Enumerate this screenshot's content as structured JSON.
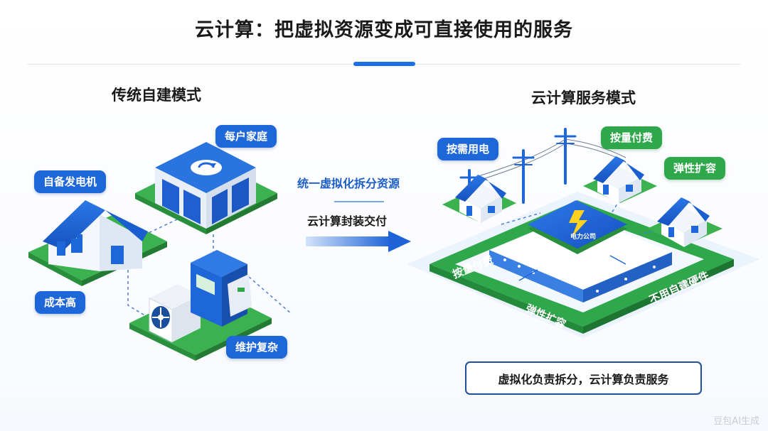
{
  "title": "云计算：把虚拟资源变成可直接使用的服务",
  "left": {
    "heading": "传统自建模式",
    "labels": {
      "self_generator": "自备发电机",
      "every_household": "每户家庭",
      "high_cost": "成本高",
      "complex_maintenance": "维护复杂"
    }
  },
  "middle": {
    "line1": "统一虚拟化拆分资源",
    "line2": "云计算封装交付"
  },
  "right": {
    "heading": "云计算服务模式",
    "labels": {
      "on_demand_power": "按需用电",
      "pay_per_use": "按量付费",
      "elastic_scaling": "弹性扩容"
    },
    "platform_label": "电力公司",
    "band_labels": {
      "pay_per_use": "按量付费",
      "elastic_scaling": "弹性扩容",
      "no_own_hardware": "不用自建硬件"
    }
  },
  "summary": "虚拟化负责拆分，云计算负责服务",
  "watermark": "豆包AI生成",
  "colors": {
    "primary_blue": "#1e67d9",
    "green": "#2ea84a",
    "title_accent": "#1d6fe6"
  }
}
